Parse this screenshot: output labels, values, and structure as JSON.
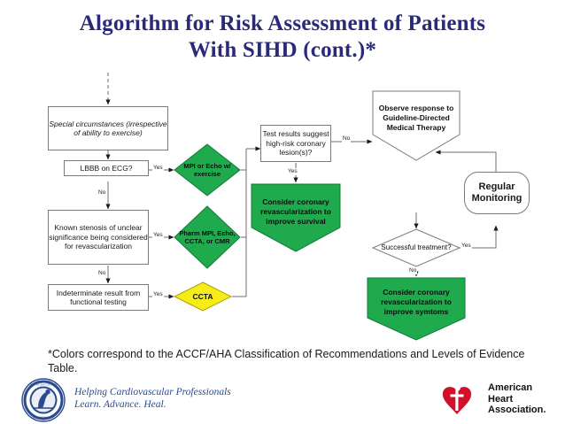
{
  "slide": {
    "title_line1": "Algorithm for Risk Assessment of Patients",
    "title_line2": "With SIHD (cont.)*",
    "footnote": "*Colors correspond to the ACCF/AHA Classification of Recommendations and Levels of Evidence Table."
  },
  "colors": {
    "title": "#2a2a7a",
    "green": "#1faa4d",
    "yellow": "#f5ec18",
    "outline": "#7b7b7b",
    "aha_red": "#d2102a",
    "acc_blue": "#2a4b8d"
  },
  "nodes": {
    "special_circumstances": "Special circumstances (irrespective of ability to exercise)",
    "lbbb": "LBBB on ECG?",
    "known_stenosis": "Known stenosis of unclear significance being considered for revascularization",
    "indeterminate": "Indeterminate result from functional testing",
    "mpi_echo_exercise": "MPI or Echo w/ exercise",
    "pharm_mpi": "Pharm MPI, Echo, CCTA, or CMR",
    "ccta": "CCTA",
    "test_results": "Test results suggest high-risk coronary lesion(s)?",
    "revasc_survival": "Consider coronary revascularization to improve survival",
    "observe_response": "Observe response to Guideline-Directed Medical Therapy",
    "successful_treatment": "Successful treatment?",
    "regular_monitoring": "Regular Monitoring",
    "revasc_symptoms": "Consider coronary revascularization to improve symtoms"
  },
  "edge_labels": {
    "lbbb_yes": "Yes",
    "lbbb_no": "No",
    "stenosis_yes": "Yes",
    "stenosis_no": "No",
    "indeterminate_yes": "Yes",
    "test_yes": "Yes",
    "test_no": "No",
    "treatment_yes": "Yes",
    "treatment_no": "No"
  },
  "footer": {
    "acc_tagline_line1": "Helping Cardiovascular Professionals",
    "acc_tagline_line2": "Learn. Advance. Heal.",
    "aha_line1": "American",
    "aha_line2": "Heart",
    "aha_line3": "Association."
  }
}
